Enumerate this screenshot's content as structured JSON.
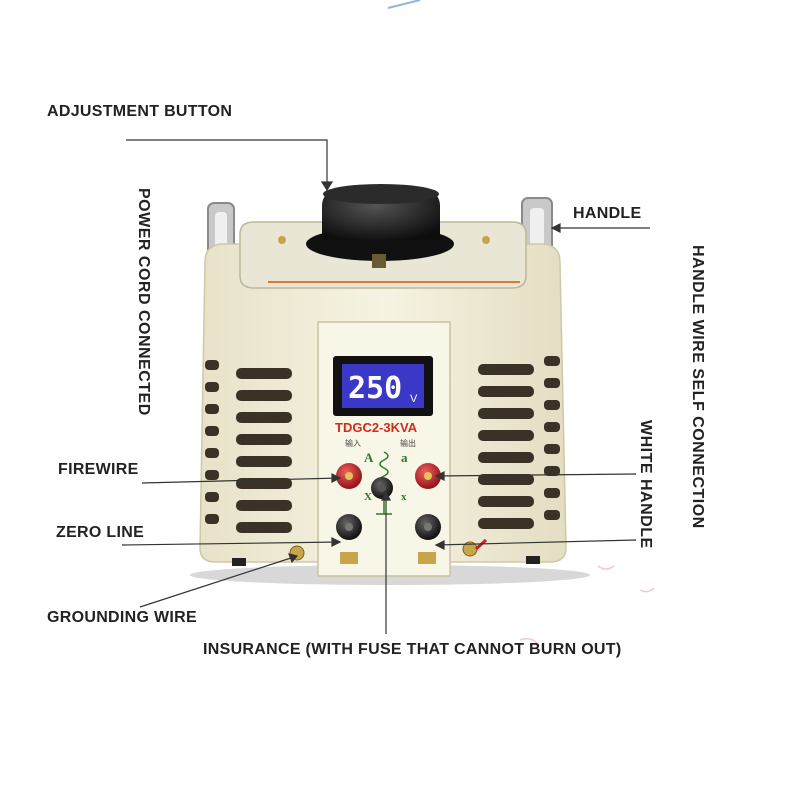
{
  "labels": {
    "adjustment_button": "ADJUSTMENT BUTTON",
    "handle": "HANDLE",
    "power_cord": "POWER CORD CONNECTED",
    "handle_wire": "HANDLE WIRE SELF CONNECTION",
    "white_handle": "WHITE HANDLE",
    "firewire": "FIREWIRE",
    "zero_line": "ZERO LINE",
    "grounding_wire": "GROUNDING WIRE",
    "insurance": "INSURANCE (WITH FUSE THAT CANNOT BURN OUT)"
  },
  "device": {
    "display_value": "250",
    "display_unit": "V",
    "model": "TDGC2-3KVA",
    "input_label": "输入",
    "output_label": "输出",
    "terminal_in": "A",
    "terminal_out": "a",
    "terminal_in_zero": "X",
    "terminal_out_zero": "x"
  },
  "colors": {
    "body": "#f3efd9",
    "panel": "#f8f6e6",
    "knob": "#1a1a1a",
    "display_bg": "#3b38c8",
    "display_text": "#ffffff",
    "model_text": "#d42a1e",
    "terminal_red": "#c81e24",
    "terminal_black": "#1c1c1c",
    "line": "#333333"
  }
}
